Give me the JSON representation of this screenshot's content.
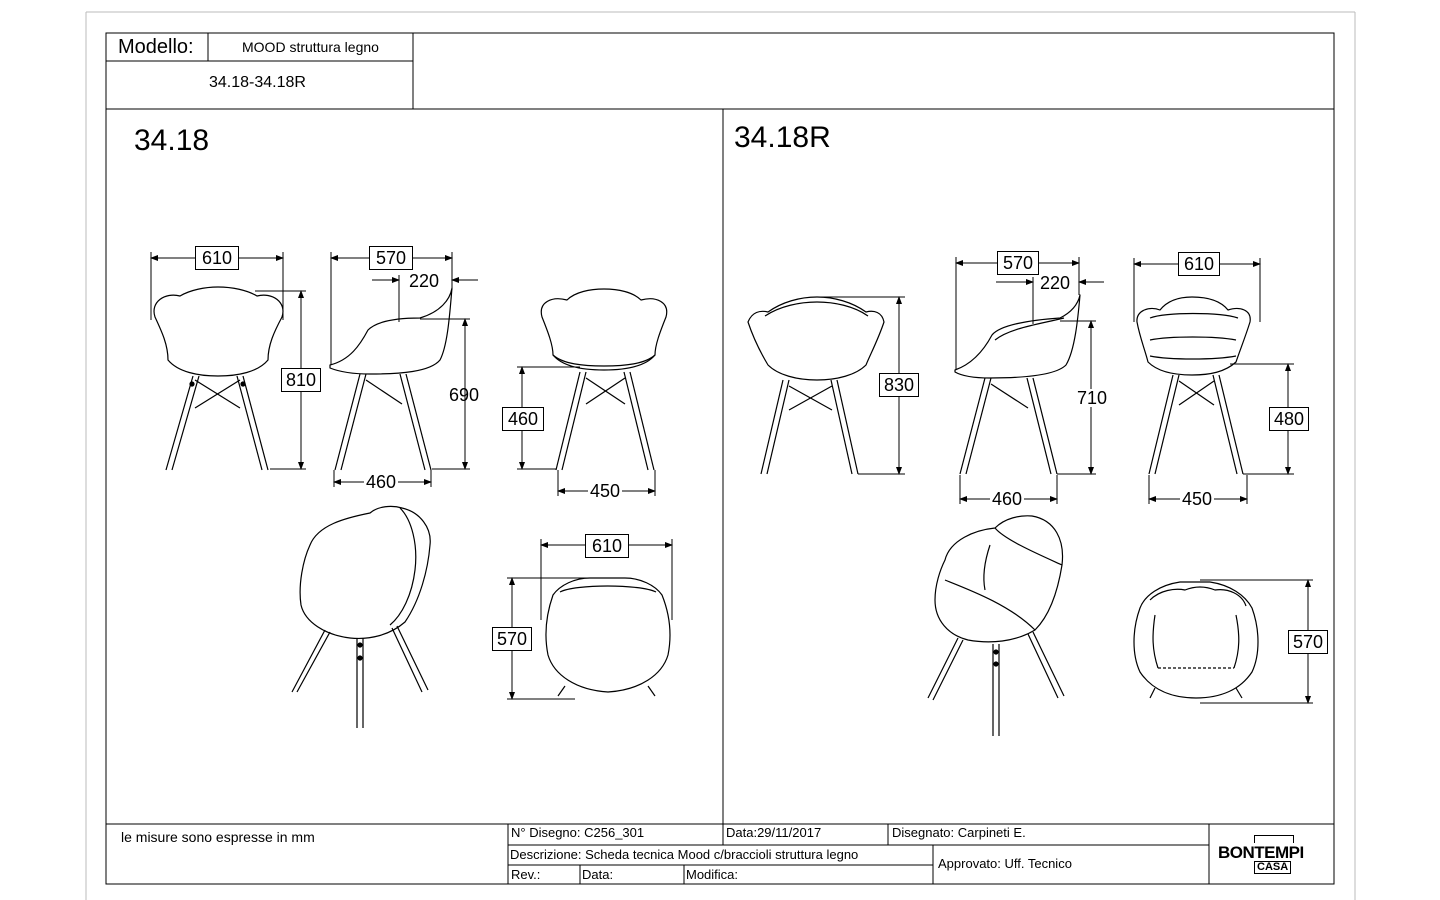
{
  "header": {
    "modello_label": "Modello:",
    "modello_value": "MOOD struttura legno",
    "codes": "34.18-34.18R"
  },
  "panels": {
    "left_title": "34.18",
    "right_title": "34.18R"
  },
  "left_dims": {
    "front_width": "610",
    "front_height": "810",
    "side_depth": "570",
    "side_arm": "220",
    "side_arm_height": "690",
    "side_base": "460",
    "back_seat_height": "460",
    "back_base": "450",
    "top_width": "610",
    "top_depth": "570"
  },
  "right_dims": {
    "back_height": "830",
    "side_depth": "570",
    "side_arm": "220",
    "side_arm_height": "710",
    "side_base": "460",
    "front_width": "610",
    "front_seat_height": "480",
    "front_base": "450",
    "top_depth": "570"
  },
  "footer": {
    "note": "le misure sono espresse in mm",
    "drawing_no": "N° Disegno: C256_301",
    "date": "Data:29/11/2017",
    "designed": "Disegnato: Carpineti E.",
    "description": "Descrizione: Scheda tecnica Mood c/braccioli struttura legno",
    "approved": "Approvato: Uff. Tecnico",
    "rev": "Rev.:",
    "data": "Data:",
    "modifica": "Modifica:",
    "logo_top": "BONTEMPI",
    "logo_bottom": "CASA"
  }
}
